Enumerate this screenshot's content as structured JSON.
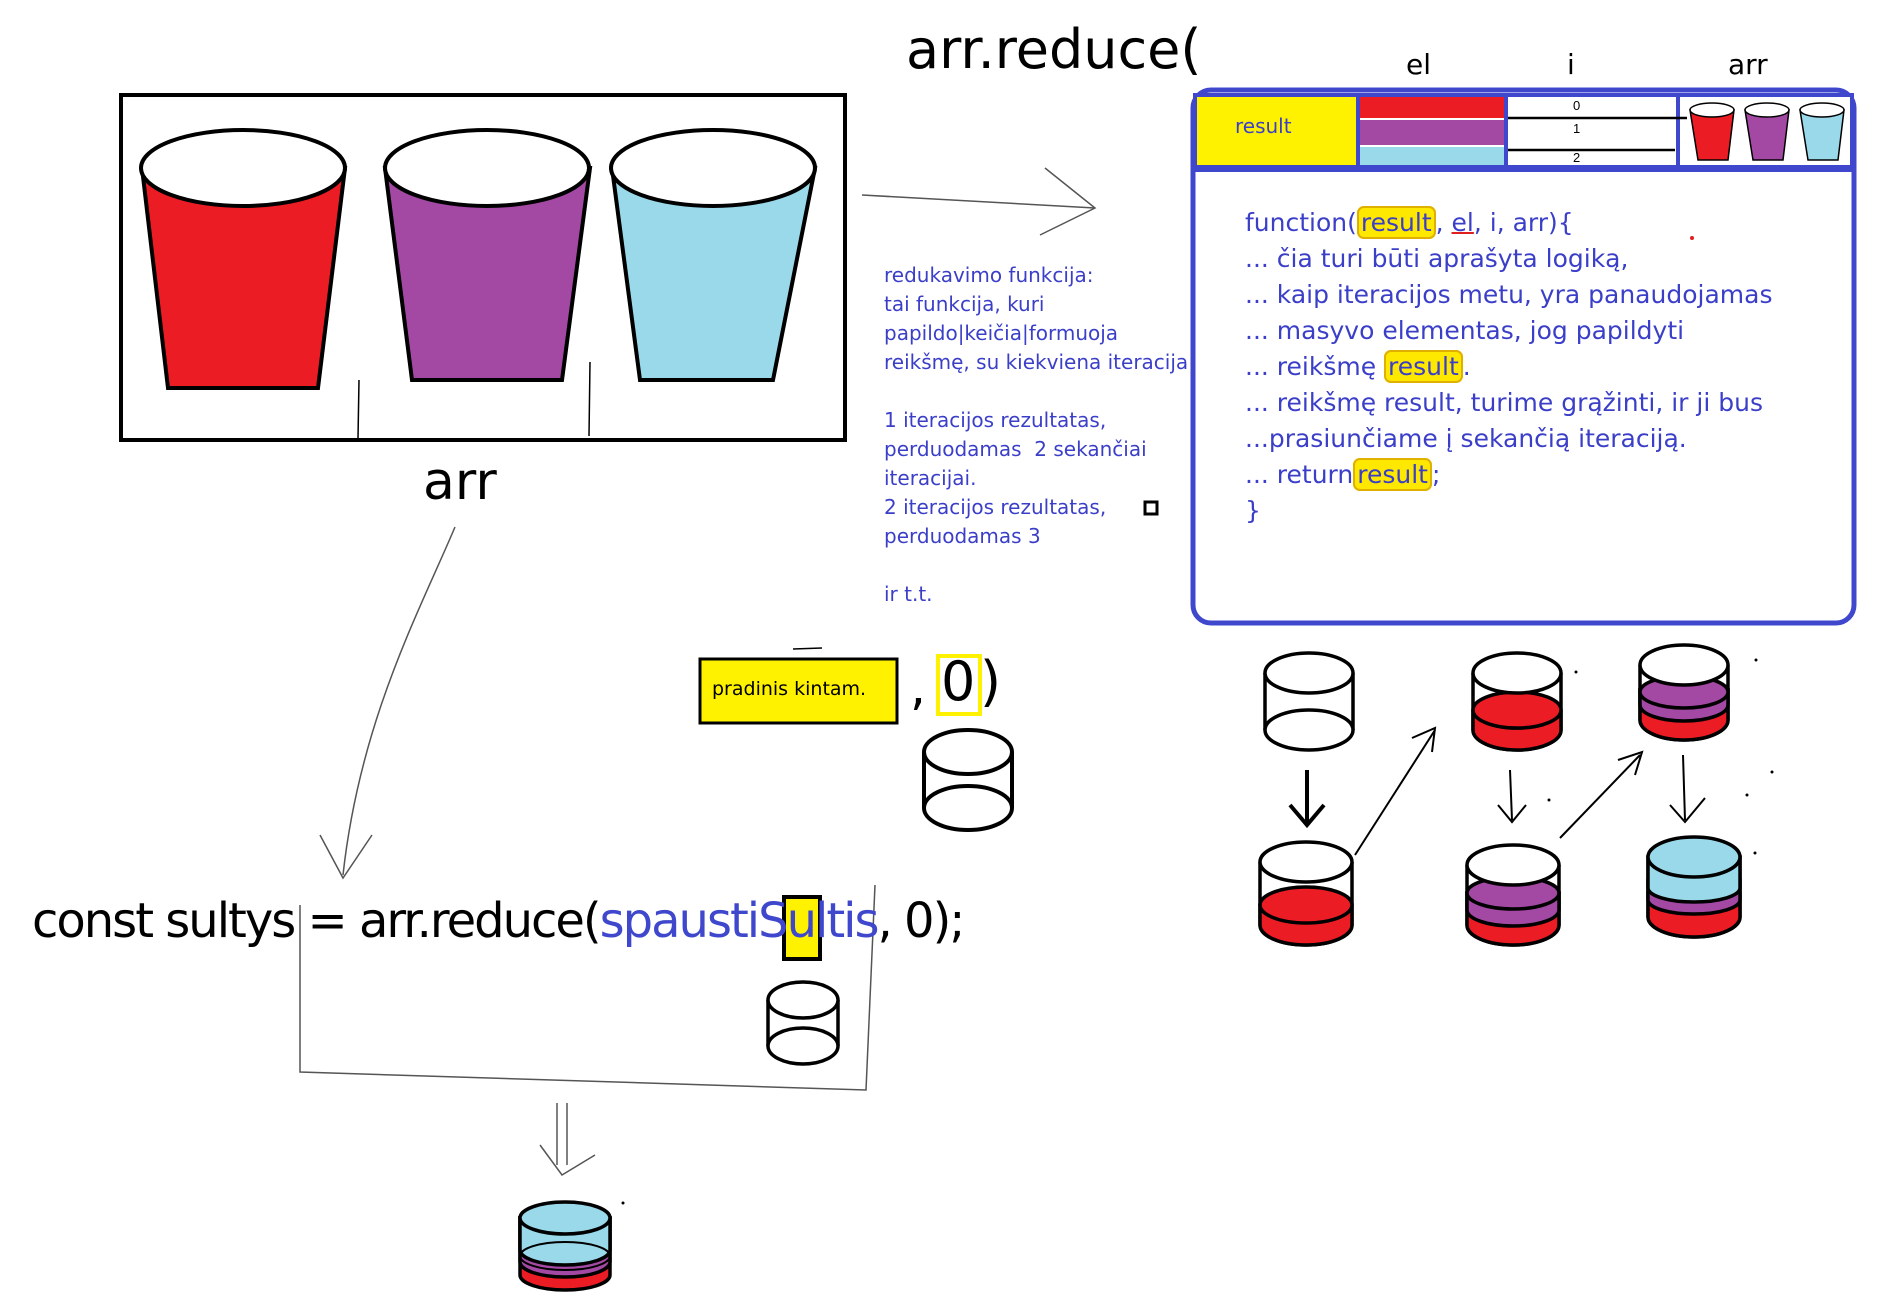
{
  "title_call": "arr.reduce(",
  "arr_label": "arr",
  "columns": {
    "el": "el",
    "i": "i",
    "arr": "arr"
  },
  "result_label": "result",
  "indices": [
    "0",
    "1",
    "2"
  ],
  "explanation": {
    "lines": [
      "redukavimo funkcija:",
      "tai funkcija, kuri",
      "papildo|keičia|formuoja",
      "reikšmę, su kiekviena iteracija",
      "",
      "1 iteracijos rezultatas,",
      "perduodamas  2 sekančiai",
      "iteracijai.",
      "2 iteracijos rezultatas,",
      "perduodamas 3",
      "",
      "ir t.t."
    ]
  },
  "function_code": {
    "l1_pre": "function(",
    "l1_result": "result",
    "l1_comma": ", ",
    "l1_el": "el",
    "l1_post": ", i, arr){",
    "l2": "... čia turi būti aprašyta logiką,",
    "l3": "... kaip iteracijos metu, yra panaudojamas",
    "l4": "... masyvo elementas, jog papildyti",
    "l5_pre": "... reikšmę ",
    "l5_result": "result",
    "l5_post": ".",
    "l6": "... reikšmę result, turime grąžinti, ir ji bus",
    "l7": "...prasiunčiame į sekančią iteraciją.",
    "l8_pre": "... return",
    "l8_result": "result",
    "l8_post": ";",
    "l9": "}"
  },
  "initial": {
    "label": "pradinis kintam.",
    "comma": ",",
    "value": "0",
    "paren": ")"
  },
  "code_line": {
    "part1": "const sultys = ",
    "part2": "arr.reduce(",
    "part3": "spaustiSultis",
    "part4": ", ",
    "part5": "0",
    "part6": ");"
  },
  "colors": {
    "red": "#ec1c24",
    "purple": "#a349a4",
    "lightblue": "#99d9ea",
    "yellow": "#fff200",
    "code_blue": "#3b3fc8",
    "box_blue": "#3f48cc"
  }
}
